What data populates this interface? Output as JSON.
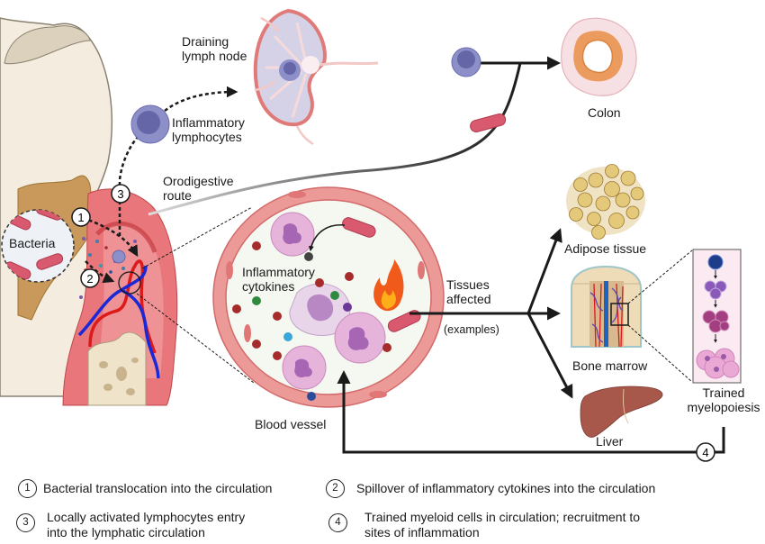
{
  "figure": {
    "labels": {
      "draining_lymph_node": "Draining\nlymph node",
      "inflammatory_lymphocytes": "Inflammatory\nlymphocytes",
      "orodigestive_route": "Orodigestive\nroute",
      "bacteria": "Bacteria",
      "colon": "Colon",
      "inflammatory_cytokines": "Inflammatory\ncytokines",
      "blood_vessel": "Blood vessel",
      "tissues_affected": "Tissues\naffected",
      "examples": "(examples)",
      "adipose_tissue": "Adipose tissue",
      "bone_marrow": "Bone marrow",
      "liver": "Liver",
      "trained_myelopoiesis": "Trained\nmyelopoiesis"
    },
    "step_markers": [
      "1",
      "2",
      "3",
      "4"
    ],
    "colors": {
      "gum": "#e8767a",
      "gum_light": "#f2a5a6",
      "tooth": "#f3ecdf",
      "tooth_root": "#efe3c9",
      "calculus": "#c8995a",
      "bacteria": "#d9596e",
      "lymphocyte": "#8c8fc8",
      "lymphocyte_nucleus": "#6566a8",
      "vessel_wall": "#ec9a98",
      "vessel_lumen": "#f5f7f1",
      "neutrophil": "#e6b3da",
      "neutrophil_nucleus": "#a666b3",
      "cytokine_red": "#a62b2b",
      "cytokine_green": "#2f8a3f",
      "cytokine_purple": "#6b3a98",
      "cytokine_blue": "#3aa6d8",
      "cytokine_navy": "#2a4d9a",
      "fat_cell": "#e4c97a",
      "liver": "#a8574b",
      "artery": "#dd1a1a",
      "vein": "#1a28d8",
      "arrow": "#1a1a1a"
    }
  },
  "legend": [
    {
      "num": "1",
      "text": "Bacterial translocation into the circulation"
    },
    {
      "num": "2",
      "text": "Spillover of inflammatory cytokines into the circulation"
    },
    {
      "num": "3",
      "text": "Locally activated lymphocytes entry\ninto the lymphatic circulation"
    },
    {
      "num": "4",
      "text": "Trained myeloid cells in circulation;  recruitment to\nsites of inflammation"
    }
  ]
}
